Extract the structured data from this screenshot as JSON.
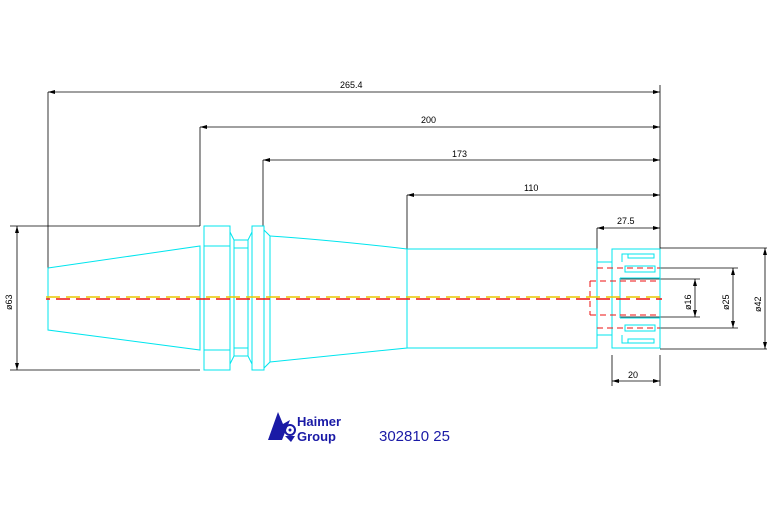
{
  "dimensions": {
    "overall_length": "265.4",
    "length_200": "200",
    "length_173": "173",
    "length_110": "110",
    "length_27_5": "27.5",
    "length_20": "20",
    "dia_63": "ø63",
    "dia_16": "ø16",
    "dia_25": "ø25",
    "dia_42": "ø42"
  },
  "logo": {
    "line1": "Haimer",
    "line2": "Group"
  },
  "part_number": "302810 25",
  "colors": {
    "outline": "#00e5ee",
    "dimension": "#000000",
    "centerline_red": "#ee1111",
    "centerline_yellow": "#e8c800",
    "hidden": "#ee1111",
    "brand": "#1a1aa6"
  }
}
